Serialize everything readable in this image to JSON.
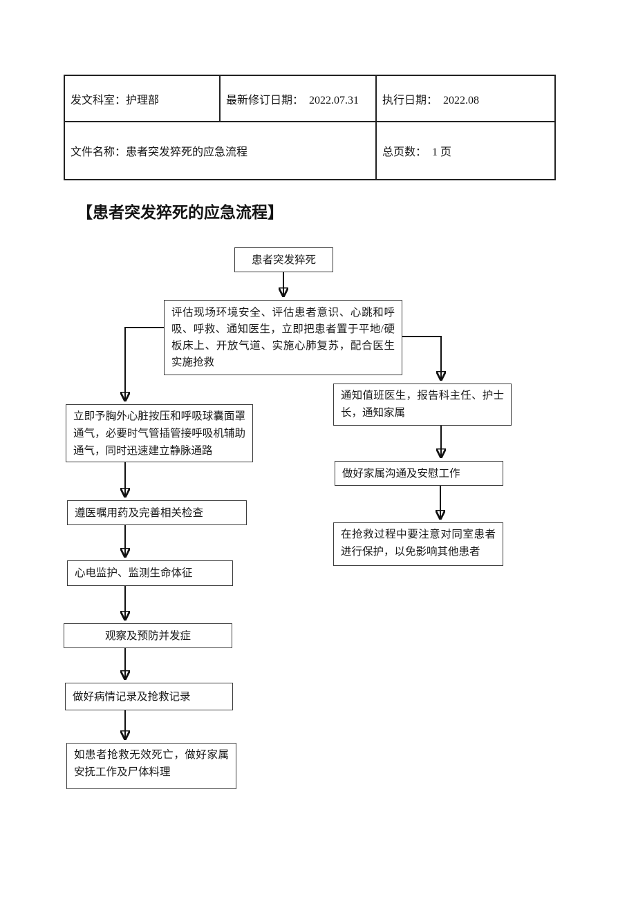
{
  "document": {
    "header_table": {
      "issuing_dept": "发文科室：护理部",
      "revision_date": "最新修订日期：  2022.07.31",
      "effective_date": "执行日期：  2022.08",
      "file_name": "文件名称：患者突发猝死的应急流程",
      "total_pages": "总页数：  1 页"
    },
    "title": "【患者突发猝死的应急流程】",
    "flowchart": {
      "start": "患者突发猝死",
      "assess": "评估现场环境安全、评估患者意识、心跳和呼吸、呼救、通知医生，立即把患者置于平地/硬板床上、开放气道、实施心肺复苏，配合医生实施抢救",
      "cpr": "立即予胸外心脏按压和呼吸球囊面罩通气，必要时气管插管接呼吸机辅助通气，同时迅速建立静脉通路",
      "medication": "遵医嘱用药及完善相关检查",
      "monitor": "心电监护、监测生命体征",
      "observe": "观察及预防并发症",
      "record": "做好病情记录及抢救记录",
      "death_care": "如患者抢救无效死亡，做好家属安抚工作及尸体料理",
      "notify": "通知值班医生，报告科主任、护士长，通知家属",
      "family_comfort": "做好家属沟通及安慰工作",
      "protect_others": "在抢救过程中要注意对同室患者进行保护，以免影响其他患者"
    }
  },
  "colors": {
    "page_bg": "#ffffff",
    "text": "#1a1a1a",
    "table_border": "#222222",
    "box_border": "#3d3d3d",
    "connector": "#111111"
  }
}
